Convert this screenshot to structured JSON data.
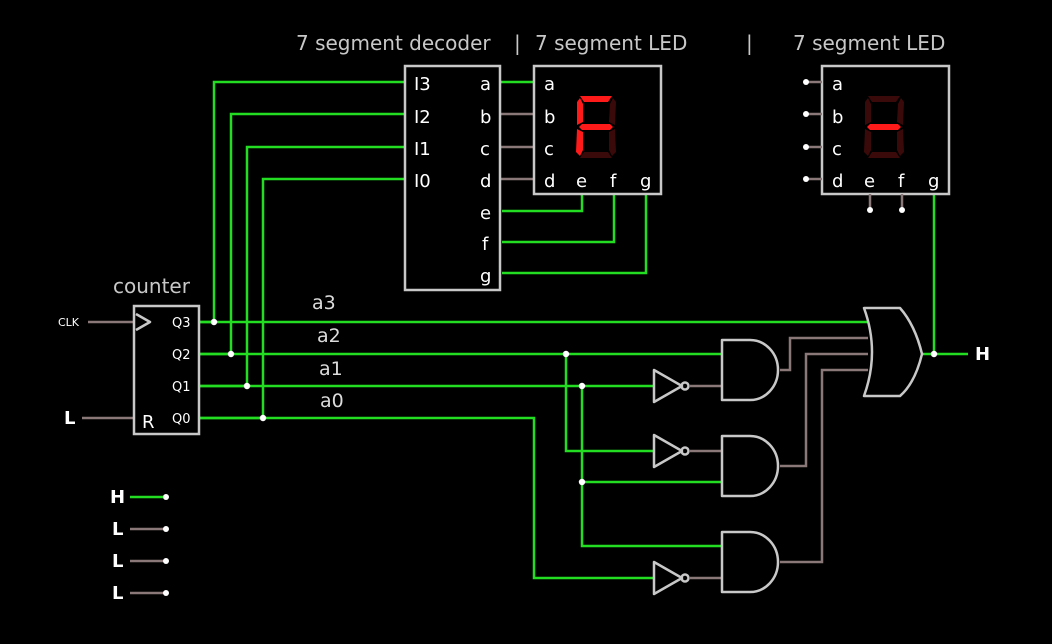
{
  "header": {
    "decoder": "7 segment decoder",
    "sep1": "|",
    "led1": "7 segment LED",
    "sep2": "|",
    "led2": "7 segment LED"
  },
  "decoder": {
    "inputs": [
      "I3",
      "I2",
      "I1",
      "I0"
    ],
    "outputs": [
      "a",
      "b",
      "c",
      "d",
      "e",
      "f",
      "g"
    ]
  },
  "led1": {
    "pins_left": [
      "a",
      "b",
      "c",
      "d"
    ],
    "pins_bottom": [
      "e",
      "f",
      "g"
    ],
    "lit_segments": [
      "a",
      "e",
      "f",
      "g"
    ]
  },
  "led2": {
    "pins_left": [
      "a",
      "b",
      "c",
      "d"
    ],
    "pins_bottom": [
      "e",
      "f",
      "g"
    ],
    "lit_segments": [
      "g"
    ]
  },
  "counter": {
    "title": "counter",
    "clock_input": "CLK",
    "reset_pin": "R",
    "reset_level": "L",
    "outputs": [
      "Q3",
      "Q2",
      "Q1",
      "Q0"
    ]
  },
  "nets": [
    "a3",
    "a2",
    "a1",
    "a0"
  ],
  "output_level": "H",
  "inputs_panel": [
    "H",
    "L",
    "L",
    "L"
  ],
  "colors": {
    "wire_high": "#22dd22",
    "wire_low": "#8a7878",
    "component": "#c8c8c8",
    "segment_on": "#ff1a1a",
    "segment_off": "#3a0a0a",
    "background": "#000000"
  }
}
